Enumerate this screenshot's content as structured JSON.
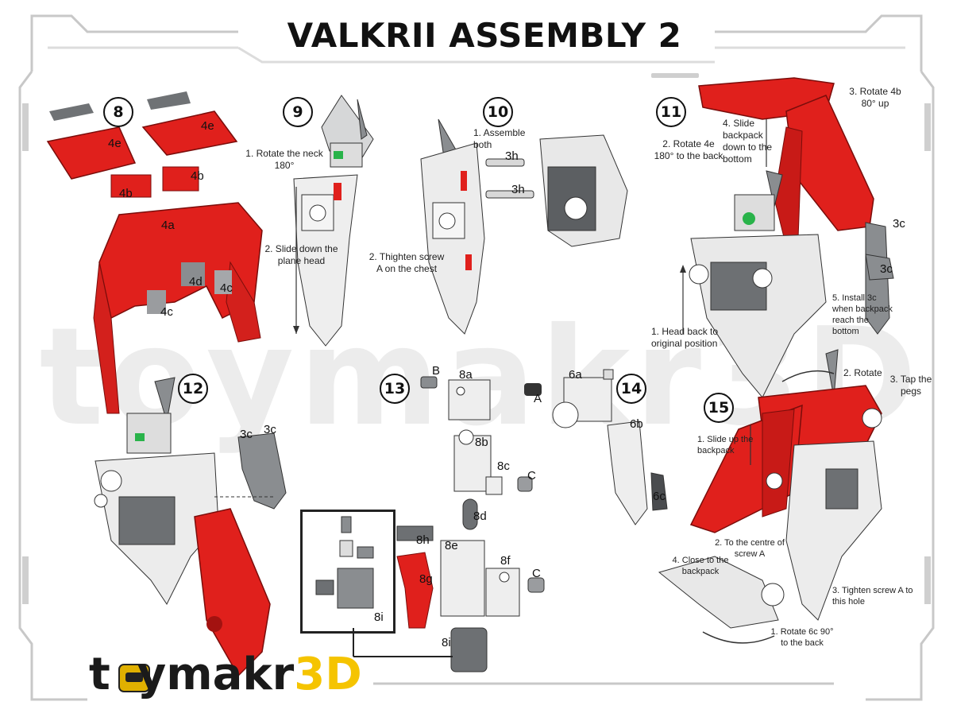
{
  "title": "VALKRII ASSEMBLY 2",
  "watermark": "toymakr3D",
  "brand": {
    "part1": "t",
    "part2": "ymakr",
    "part3": "3D"
  },
  "steps": {
    "s8": "8",
    "s9": "9",
    "s10": "10",
    "s11": "11",
    "s12": "12",
    "s13": "13",
    "s14": "14",
    "s15": "15"
  },
  "labels": {
    "s9_rotate": "1. Rotate the neck 180°",
    "s9_slide": "2. Slide down the plane head",
    "s10_assemble": "1. Assemble both",
    "s10_tighten": "2. Thighten screw A on the chest",
    "s11_rotate4e": "2. Rotate 4e 180° to the back",
    "s11_slide": "4. Slide backpack down to the bottom",
    "s11_rotate4b": "3. Rotate 4b 80° up",
    "s11_head": "1. Head back to original position",
    "s11_install": "5. Install 3c when backpack reach the bottom",
    "s15_rotate": "2. Rotate",
    "s15_tap": "3. Tap the pegs",
    "s15_slide": "1. Slide up the backpack",
    "s15_centre": "2. To the centre of screw A",
    "s15_close": "4. Close to the backpack",
    "s15_tighten": "3. Tighten screw A to this hole",
    "s15_rotate6c": "1. Rotate 6c 90° to the back"
  },
  "parts": {
    "p4e_a": "4e",
    "p4e_b": "4e",
    "p4b_a": "4b",
    "p4b_b": "4b",
    "p4a": "4a",
    "p4d": "4d",
    "p4c_a": "4c",
    "p4c_b": "4c",
    "p3h_a": "3h",
    "p3h_b": "3h",
    "p3c_a": "3c",
    "p3c_b": "3c",
    "p3c_c": "3c",
    "p3c_d": "3c",
    "pB": "B",
    "p8a": "8a",
    "pA": "A",
    "p6a": "6a",
    "p8b": "8b",
    "p8c": "8c",
    "pC_a": "C",
    "p8d": "8d",
    "p8e": "8e",
    "p8f": "8f",
    "pC_b": "C",
    "p8h": "8h",
    "p8g": "8g",
    "p8i_a": "8i",
    "p8i_b": "8i",
    "p6b": "6b",
    "p6c": "6c"
  },
  "colors": {
    "red": "#e0201c",
    "dark_red": "#a31210",
    "grey": "#8a8d90",
    "light_grey": "#d6d7d8",
    "frame": "#c9c9c9",
    "brand_yellow": "#f5c400"
  }
}
